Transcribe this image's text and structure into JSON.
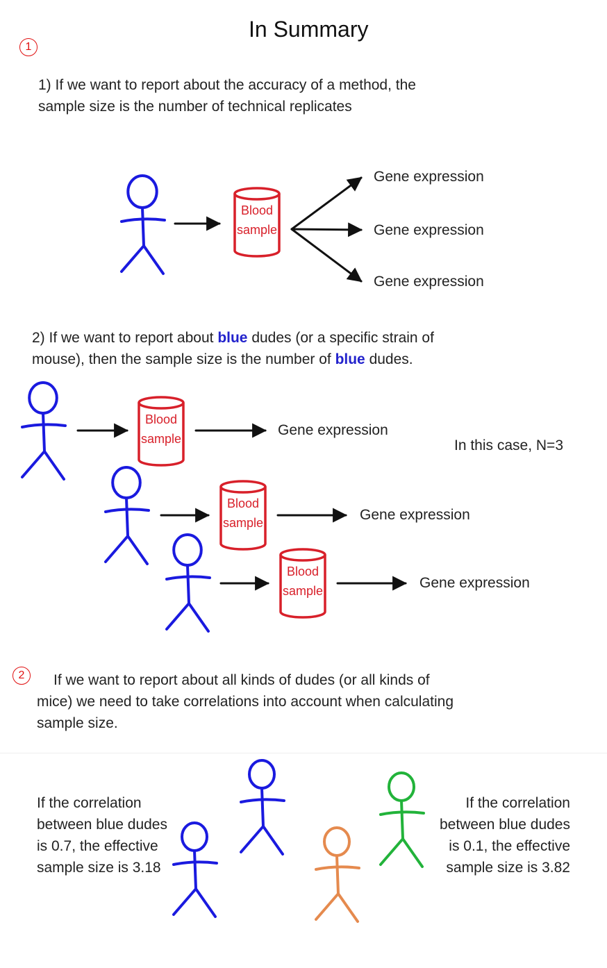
{
  "title": "In Summary",
  "section1": {
    "marker": "1",
    "line1": "1) If we want to report about the accuracy of a method, the",
    "line2": "sample size is the number of technical replicates"
  },
  "blood_sample": {
    "line1": "Blood",
    "line2": "sample"
  },
  "gene_expression": "Gene expression",
  "section2": {
    "line1_pre": "2) If we want to report about ",
    "blue": "blue",
    "line1_post": " dudes (or a specific strain of",
    "line2_pre": "mouse), then the sample size is the number of ",
    "line2_post": " dudes.",
    "note": "In this case, N=3"
  },
  "section3": {
    "marker": "2",
    "line1": "If we want to report about all kinds of dudes (or all kinds of",
    "line2": "mice) we need to take correlations into account when calculating",
    "line3": "sample size."
  },
  "left_note": {
    "line1": "If the correlation",
    "line2": "between blue dudes",
    "line3": "is 0.7, the effective",
    "line4": "sample size is 3.18"
  },
  "right_note": {
    "line1": "If the correlation",
    "line2": "between blue dudes",
    "line3": "is 0.1, the effective",
    "line4": "sample size is 3.82"
  },
  "colors": {
    "blue_dude": "#1a1adf",
    "orange_dude": "#e58a4e",
    "green_dude": "#22b33a",
    "blood_red": "#d8202a",
    "marker_red": "#e01010",
    "highlight_blue": "#2222cc"
  }
}
